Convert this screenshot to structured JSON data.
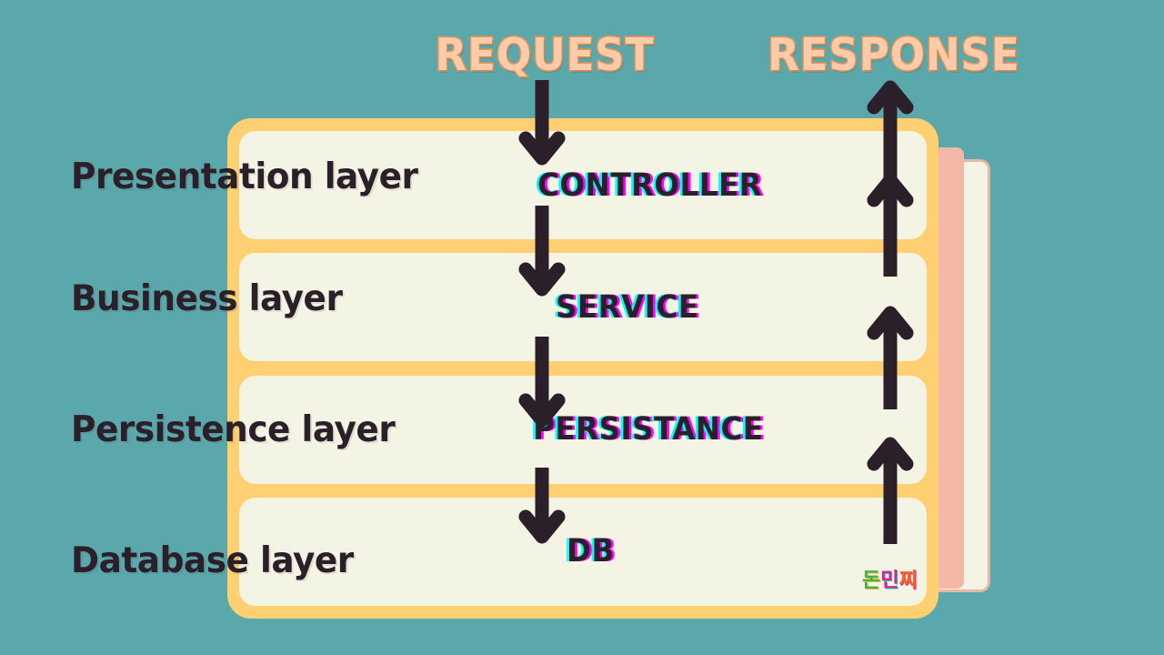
{
  "colors": {
    "background_teal": "#5BA8AC",
    "card_yellow": "#FFD072",
    "card_pink": "#F3B7A5",
    "card_cream": "#F4F4E4",
    "text_dark": "#2B1F29",
    "title_fill_peach": "#FBCBAA",
    "title_outline_orange": "#F0924E",
    "glitch_cyan": "#00FFFF",
    "glitch_magenta": "#FF00FF"
  },
  "flow": {
    "request_label": "REQUEST",
    "response_label": "RESPONSE"
  },
  "layers": [
    {
      "name": "Presentation layer",
      "component": "CONTROLLER"
    },
    {
      "name": "Business layer",
      "component": "SERVICE"
    },
    {
      "name": "Persistence layer",
      "component": "PERSISTANCE"
    },
    {
      "name": "Database layer",
      "component": "DB"
    }
  ],
  "arrows": {
    "down_icon": "arrow-down-icon",
    "up_icon": "arrow-up-icon",
    "down_count": 4,
    "up_count": 4
  },
  "watermark": {
    "text": "돈민찌",
    "chars": [
      "돈",
      "민",
      "찌"
    ]
  }
}
